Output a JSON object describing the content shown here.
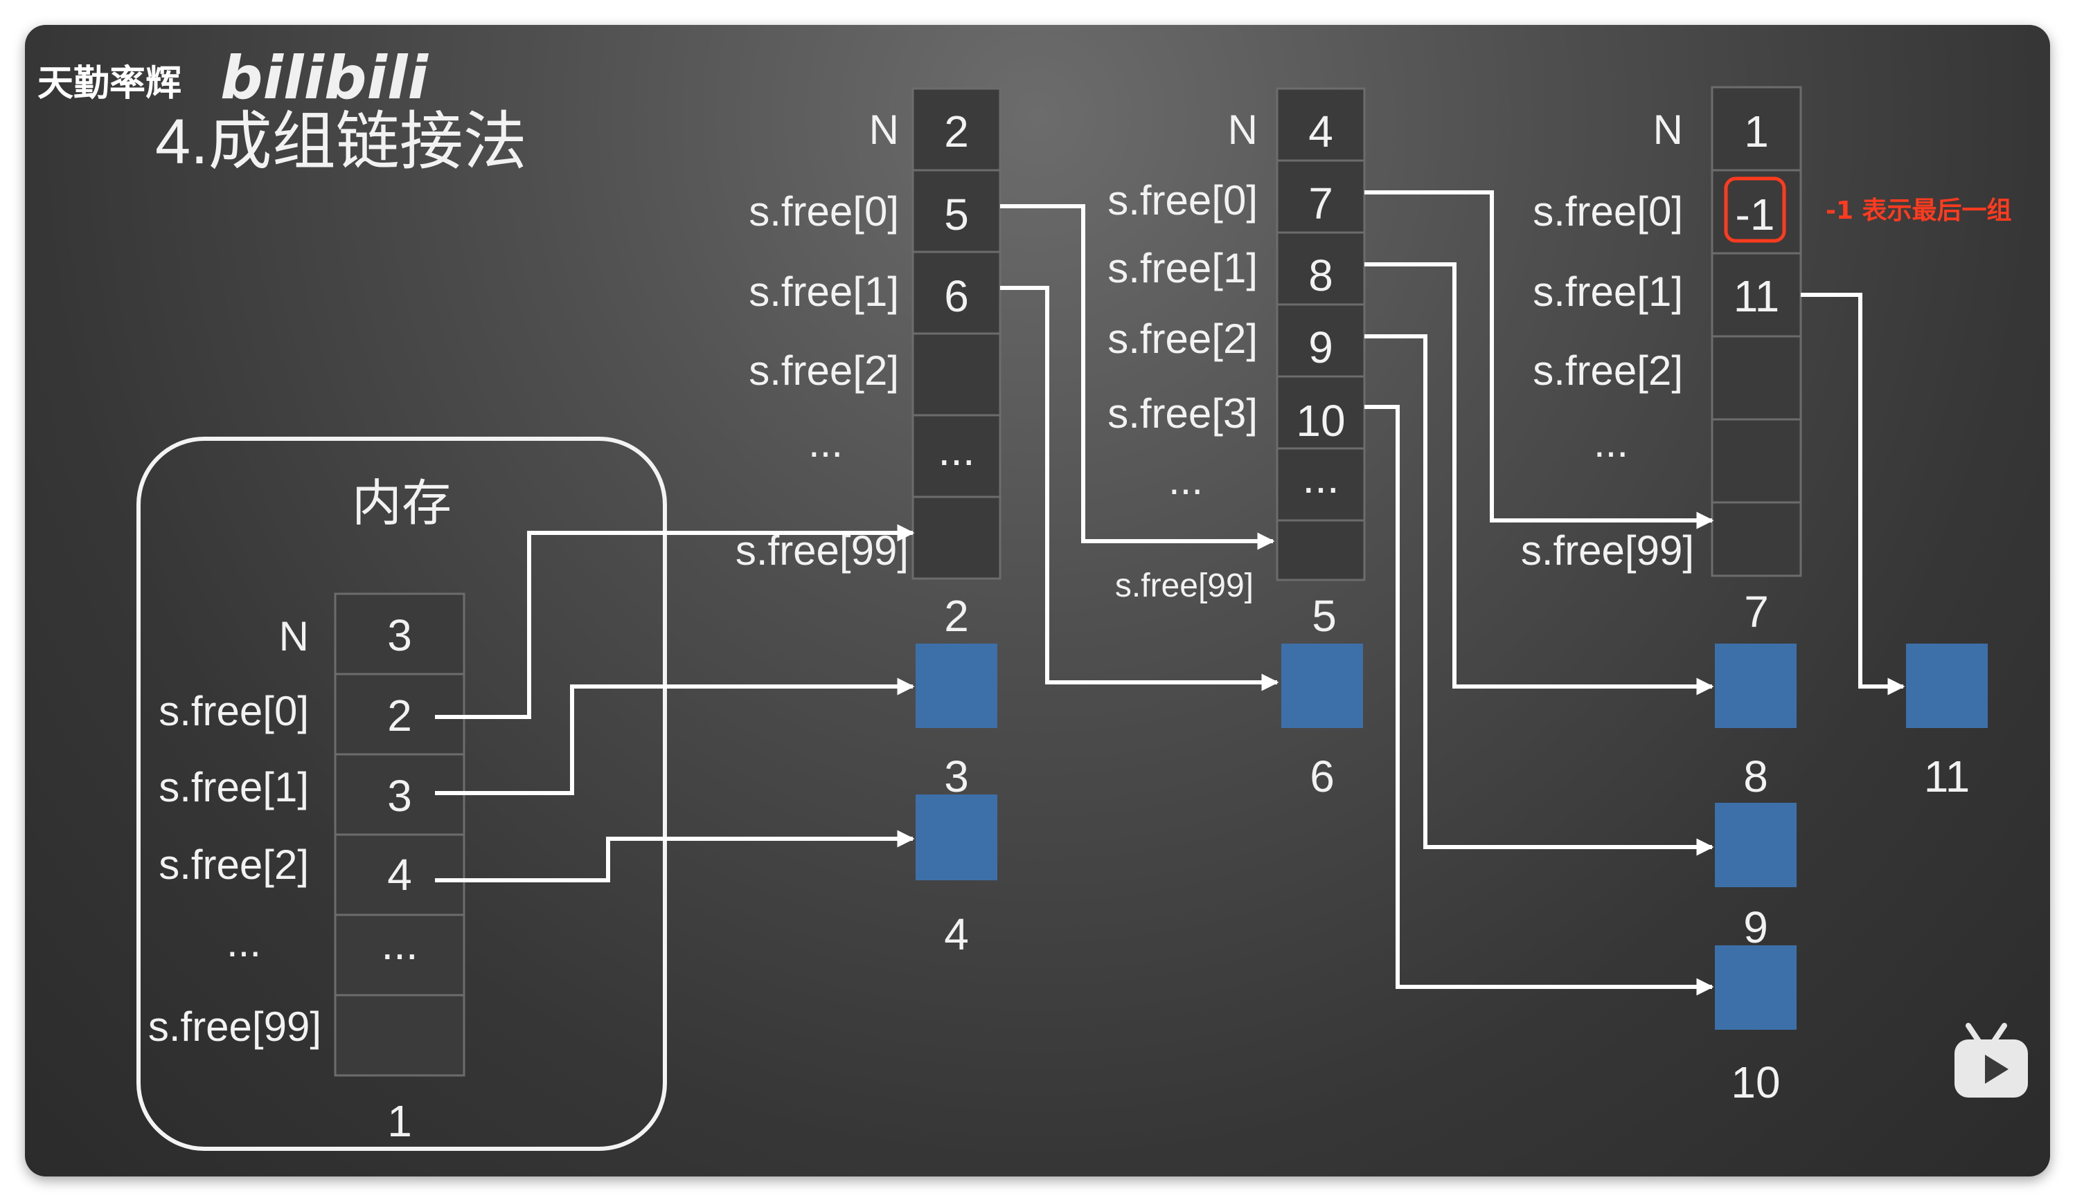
{
  "watermark": {
    "channel": "天勤率辉",
    "site": "bilibili"
  },
  "title": "4.成组链接法",
  "memory": {
    "label": "内存",
    "rows": [
      {
        "label": "N",
        "value": "3"
      },
      {
        "label": "s.free[0]",
        "value": "2"
      },
      {
        "label": "s.free[1]",
        "value": "3"
      },
      {
        "label": "s.free[2]",
        "value": "4"
      },
      {
        "label": "...",
        "value": "..."
      },
      {
        "label": "s.free[99]",
        "value": ""
      }
    ],
    "caption": "1"
  },
  "group_a": {
    "rows": [
      {
        "label": "N",
        "value": "2"
      },
      {
        "label": "s.free[0]",
        "value": "5"
      },
      {
        "label": "s.free[1]",
        "value": "6"
      },
      {
        "label": "s.free[2]",
        "value": ""
      },
      {
        "label": "...",
        "value": "..."
      },
      {
        "label": "s.free[99]",
        "value": ""
      }
    ],
    "caption": "2"
  },
  "group_b": {
    "rows": [
      {
        "label": "N",
        "value": "4"
      },
      {
        "label": "s.free[0]",
        "value": "7"
      },
      {
        "label": "s.free[1]",
        "value": "8"
      },
      {
        "label": "s.free[2]",
        "value": "9"
      },
      {
        "label": "s.free[3]",
        "value": "10"
      },
      {
        "label": "...",
        "value": "..."
      },
      {
        "label": "s.free[99]",
        "value": ""
      }
    ],
    "caption": "5"
  },
  "group_c": {
    "rows": [
      {
        "label": "N",
        "value": "1"
      },
      {
        "label": "s.free[0]",
        "value": "-1"
      },
      {
        "label": "s.free[1]",
        "value": "11"
      },
      {
        "label": "s.free[2]",
        "value": ""
      },
      {
        "label": "...",
        "value": ""
      },
      {
        "label": "s.free[99]",
        "value": ""
      }
    ],
    "caption": "7",
    "note": "-1 表示最后一组"
  },
  "blocks": [
    "3",
    "4",
    "6",
    "8",
    "9",
    "10",
    "11"
  ],
  "colors": {
    "background": "#3a3a3a",
    "block": "#3d6fa8",
    "arrow": "#ffffff",
    "highlight": "#ff3b1f"
  },
  "player": {
    "icon": "play-icon"
  }
}
